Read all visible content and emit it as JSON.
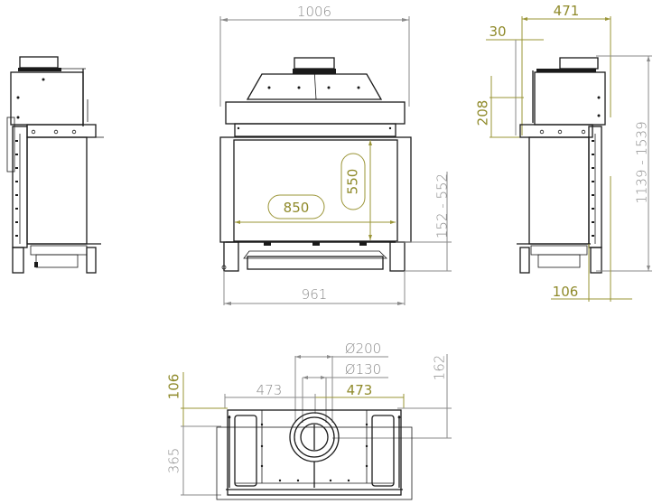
{
  "drawing": {
    "type": "technical-dimension-drawing",
    "subject": "fireplace insert",
    "views": [
      "side-left",
      "front",
      "side-right",
      "top"
    ]
  },
  "front_view": {
    "overall_width": "1006",
    "opening_width": "850",
    "opening_height": "550",
    "base_width": "961",
    "base_height_range": "152 - 552"
  },
  "side_view": {
    "depth": "471",
    "offset_top": "30",
    "top_offset_height": "208",
    "total_height_range": "1139 - 1539",
    "bottom_offset": "106"
  },
  "top_view": {
    "flue_outer_diameter": "Ø200",
    "flue_inner_diameter": "Ø130",
    "half_width_left": "473",
    "half_width_right": "473",
    "flue_depth": "162",
    "front_offset": "106",
    "body_depth": "365"
  },
  "colors": {
    "dimension_gray": "#8a8a8a",
    "dimension_olive": "#9a9436",
    "outline": "#1a1a1a",
    "background": "#ffffff"
  }
}
